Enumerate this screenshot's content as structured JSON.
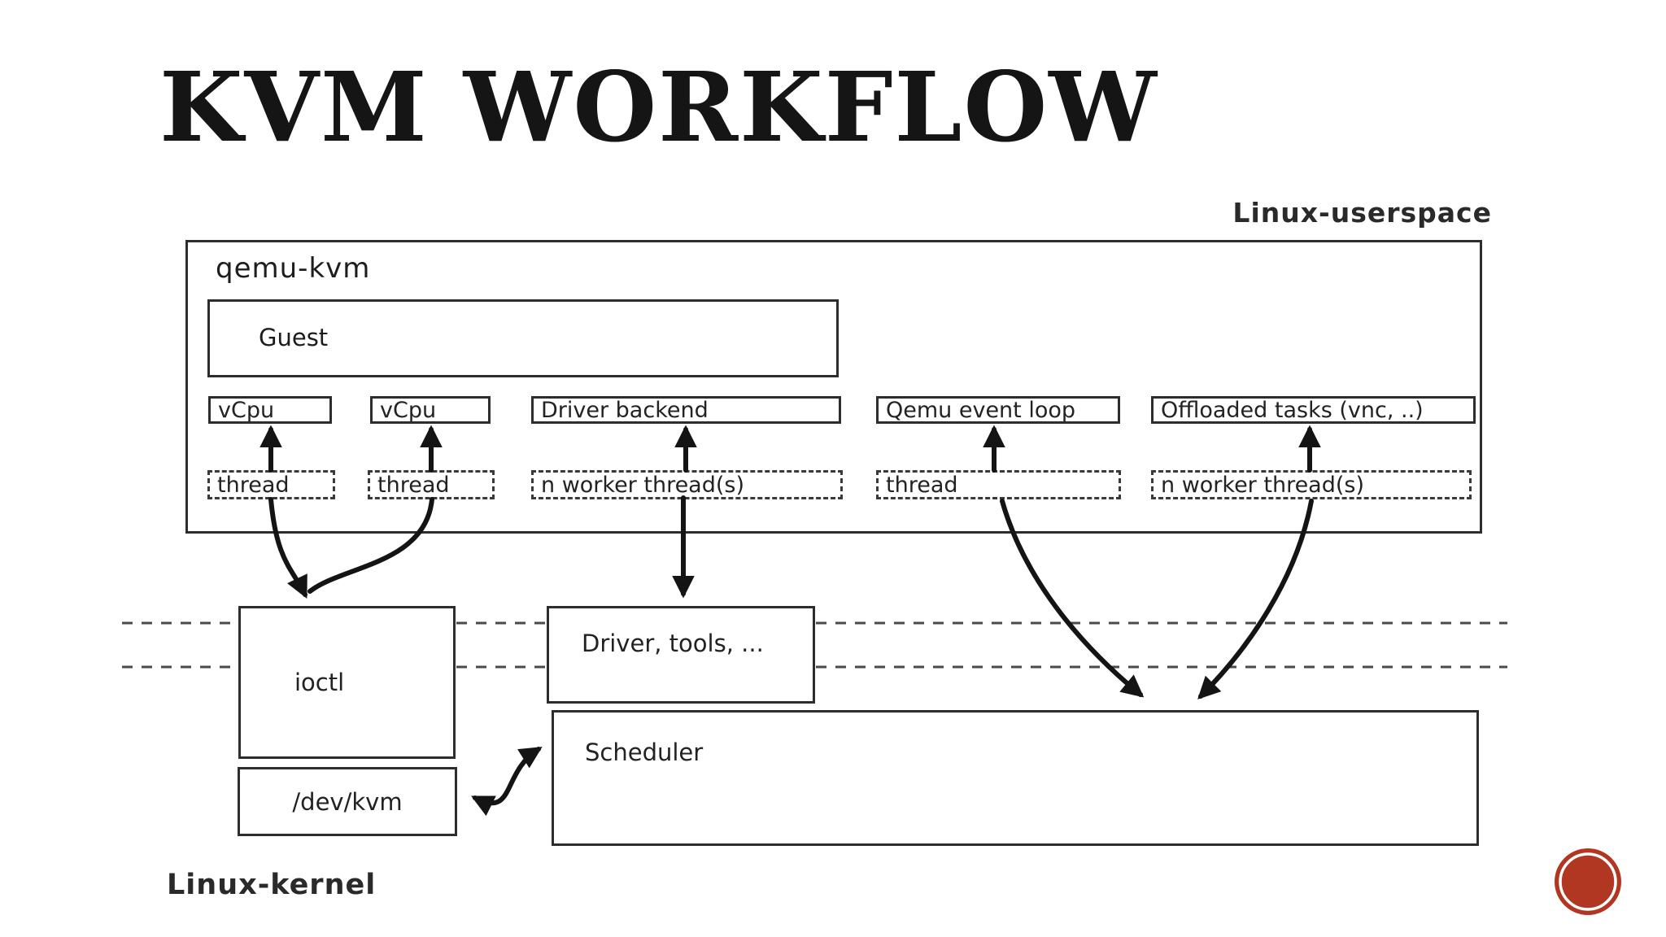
{
  "slide": {
    "title": "KVM WORKFLOW",
    "userspace_label": "Linux-userspace",
    "kernel_label": "Linux-kernel"
  },
  "qemu": {
    "label": "qemu-kvm",
    "guest_label": "Guest",
    "columns": [
      {
        "box": "vCpu",
        "thread": "thread"
      },
      {
        "box": "vCpu",
        "thread": "thread"
      },
      {
        "box": "Driver backend",
        "thread": "n worker thread(s)"
      },
      {
        "box": "Qemu event loop",
        "thread": "thread"
      },
      {
        "box": "Offloaded tasks (vnc, ..)",
        "thread": "n worker thread(s)"
      }
    ]
  },
  "kernel": {
    "ioctl_label": "ioctl",
    "dev_kvm_label": "/dev/kvm",
    "driver_tools_label": "Driver, tools, ...",
    "scheduler_label": "Scheduler"
  },
  "colors": {
    "diagram_line": "#2d2d2d",
    "accent_circle": "#b23722"
  }
}
